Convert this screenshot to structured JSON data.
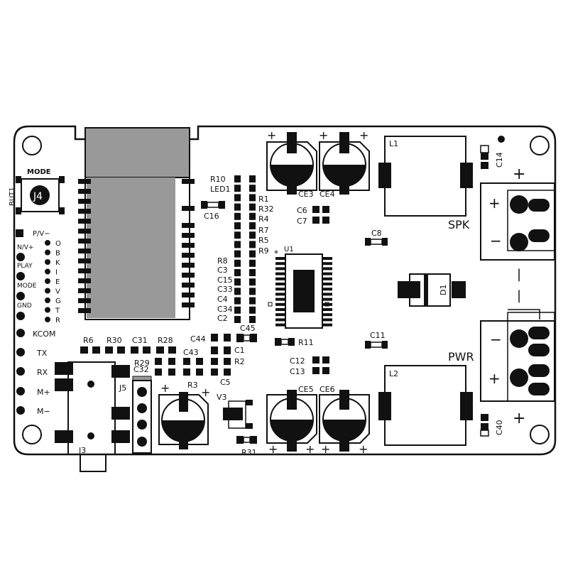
{
  "colors": {
    "ink": "#111111",
    "paper": "#ffffff",
    "module": "#999999"
  },
  "button": {
    "title": "MODE",
    "side_label": "BUT1",
    "ref": "J4"
  },
  "left_pins": [
    "P/V−",
    "N/V+",
    "PLAY",
    "MODE",
    "GND",
    "KCOM",
    "TX",
    "RX",
    "M+",
    "M−"
  ],
  "vertical_pin_letters": [
    "O",
    "B",
    "K",
    "I",
    "E",
    "V",
    "G",
    "T",
    "R"
  ],
  "header_labels_left": [
    "R10",
    "LED1",
    "R8",
    "C3",
    "C15",
    "C33",
    "C4",
    "C34",
    "C2"
  ],
  "header_labels_right": [
    "R1",
    "R32",
    "R4",
    "R7",
    "R5",
    "R9"
  ],
  "top_caps": {
    "left": "CE3",
    "right": "CE4"
  },
  "bottom_caps": {
    "left": "CE5",
    "right": "CE6"
  },
  "small_refs": {
    "c16": "C16",
    "c6": "C6",
    "c7": "C7",
    "c8": "C8",
    "u1": "U1",
    "r11": "R11",
    "c45": "C45",
    "c11": "C11",
    "c12": "C12",
    "c13": "C13",
    "c14": "C14",
    "c40": "C40",
    "d1": "D1",
    "l1": "L1",
    "l2": "L2",
    "r6": "R6",
    "r30": "R30",
    "c31": "C31",
    "r28": "R28",
    "c32": "C32",
    "r29": "R29",
    "c43": "C43",
    "c44": "C44",
    "c1": "C1",
    "r2": "R2",
    "c5": "C5",
    "r3": "R3",
    "v3": "V3",
    "r31": "R31",
    "j3": "J3",
    "j5": "J5"
  },
  "connectors": {
    "spk": "SPK",
    "pwr": "PWR"
  },
  "polarity": {
    "plus": "+",
    "minus": "−",
    "bar": "|"
  }
}
